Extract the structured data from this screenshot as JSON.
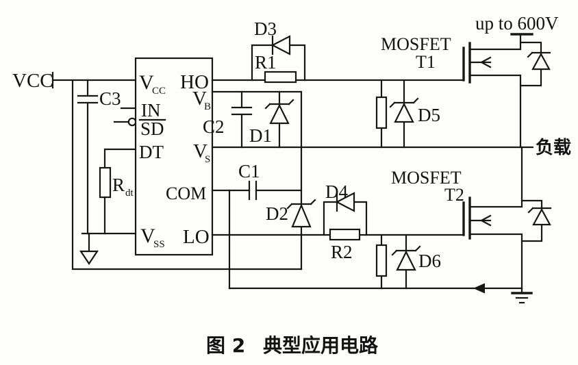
{
  "figure": {
    "label": "图 2",
    "caption": "典型应用电路"
  },
  "terminals": {
    "vcc": "VCC",
    "supply": "up to 600V",
    "load": "负载"
  },
  "ic": {
    "pins_left": {
      "vcc": {
        "main": "V",
        "sub": "CC"
      },
      "in": "IN",
      "sd": "SD",
      "dt": "DT",
      "vss": {
        "main": "V",
        "sub": "SS"
      }
    },
    "pins_right": {
      "ho": "HO",
      "vb": {
        "main": "V",
        "sub": "B"
      },
      "vs": {
        "main": "V",
        "sub": "S"
      },
      "com": "COM",
      "lo": "LO"
    }
  },
  "components": {
    "c1": "C1",
    "c2": "C2",
    "c3": "C3",
    "r1": "R1",
    "r2": "R2",
    "rdt": {
      "main": "R",
      "sub": "dt"
    },
    "d1": "D1",
    "d2": "D2",
    "d3": "D3",
    "d4": "D4",
    "d5": "D5",
    "d6": "D6"
  },
  "transistors": {
    "t1": {
      "type": "MOSFET",
      "name": "T1"
    },
    "t2": {
      "type": "MOSFET",
      "name": "T2"
    }
  },
  "colors": {
    "line": "#161616",
    "background": "#fdfdfc"
  }
}
